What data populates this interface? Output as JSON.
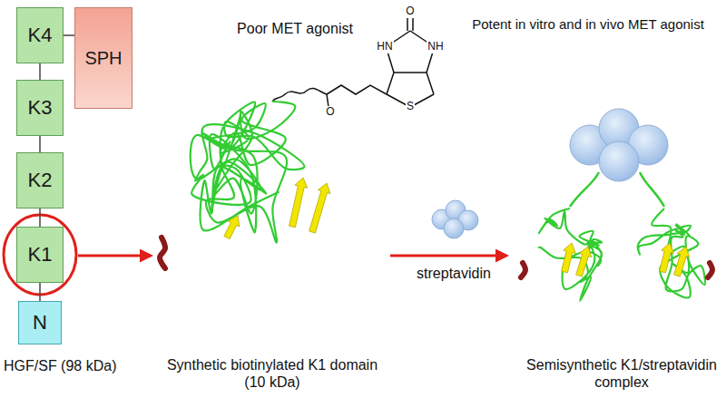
{
  "diagram": {
    "nodes": [
      {
        "text": [
          "K4"
        ]
      },
      {
        "text": [
          "SPH"
        ]
      },
      {
        "text": [
          "K3"
        ]
      },
      {
        "text": [
          "K2"
        ]
      },
      {
        "text": [
          "K1"
        ]
      },
      {
        "text": [
          "N"
        ]
      }
    ],
    "edges": [
      {
        "from": 0,
        "to": 1,
        "arrow": "none"
      },
      {
        "from": 0,
        "to": 2,
        "arrow": "none"
      },
      {
        "from": 2,
        "to": 3,
        "arrow": "none"
      },
      {
        "from": 3,
        "to": 4,
        "arrow": "none"
      },
      {
        "from": 4,
        "to": 5,
        "arrow": "none"
      }
    ],
    "labels": [
      "HGF/SF (98 kDa)",
      "Poor MET agonist",
      "Synthetic biotinylated K1 domain (10 kDa)",
      "streptavidin",
      "Potent in vitro and in vivo MET agonist",
      "Semisynthetic K1/streptavidin complex",
      "HN",
      "NH",
      "O",
      "S",
      "O"
    ]
  }
}
